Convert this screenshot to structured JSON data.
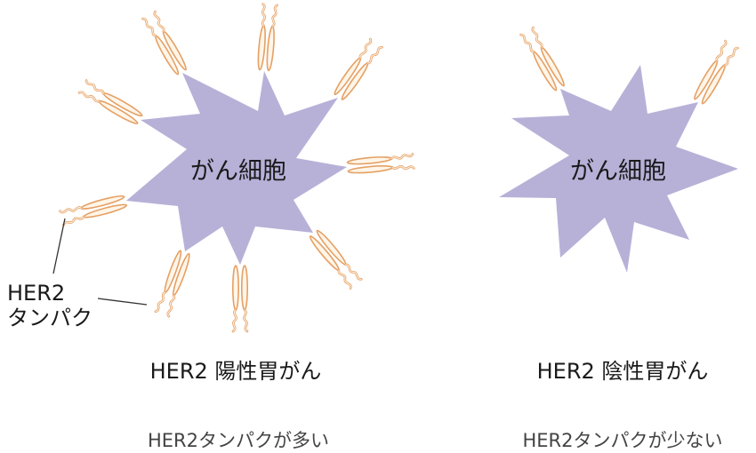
{
  "left": {
    "cell_label": "がん細胞",
    "title": "HER2 陽性胃がん",
    "subtitle": "HER2タンパクが多い"
  },
  "right": {
    "cell_label": "がん細胞",
    "title": "HER2 陰性胃がん",
    "subtitle": "HER2タンパクが少ない"
  },
  "callout": {
    "line1": "HER2",
    "line2": "タンパク"
  },
  "colors": {
    "cell": "#b7b1d8",
    "protein_fill": "#fff5e8",
    "protein_stroke": "#e5a064",
    "leader_line": "#333333"
  }
}
